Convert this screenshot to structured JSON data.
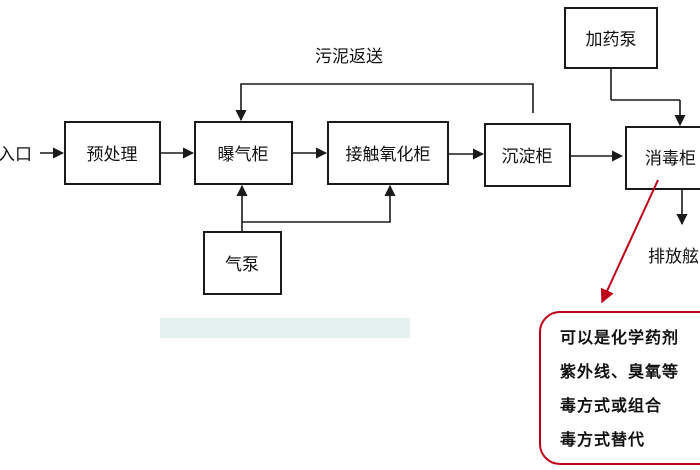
{
  "nodes": {
    "inlet": "入口",
    "pretreat": "预处理",
    "aeration": "曝气柜",
    "contact": "接触氧化柜",
    "sediment": "沉淀柜",
    "disinfect": "消毒柜",
    "dosing_pump": "加药泵",
    "air_pump": "气泵",
    "discharge": "排放舷"
  },
  "edges": {
    "sludge_return": "污泥返送"
  },
  "callout": {
    "lines": [
      "可以是化学药剂",
      "紫外线、臭氧等",
      "毒方式或组合",
      "毒方式替代"
    ]
  },
  "colors": {
    "callout_border": "#c0001a"
  }
}
